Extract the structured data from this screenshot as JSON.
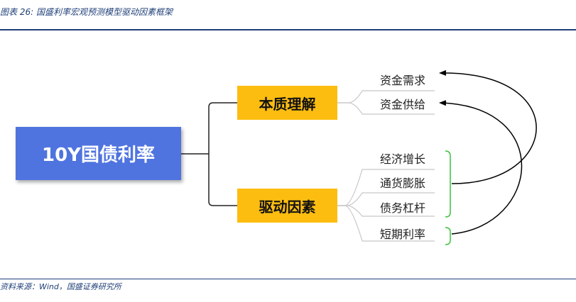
{
  "caption": "图表 26: 国盛利率宏观预测模型驱动因素框架",
  "source": "资料来源：Wind，国盛证券研究所",
  "root": {
    "label": "10Y国债利率"
  },
  "branches": [
    {
      "label": "本质理解",
      "leaves": [
        "资金需求",
        "资金供给"
      ]
    },
    {
      "label": "驱动因素",
      "leaves": [
        "经济增长",
        "通货膨胀",
        "债务杠杆",
        "短期利率"
      ]
    }
  ],
  "colors": {
    "root": "#4f74df",
    "branch": "#fdbd10",
    "bracket": "#3cc13c",
    "rule": "#1f3f78"
  }
}
